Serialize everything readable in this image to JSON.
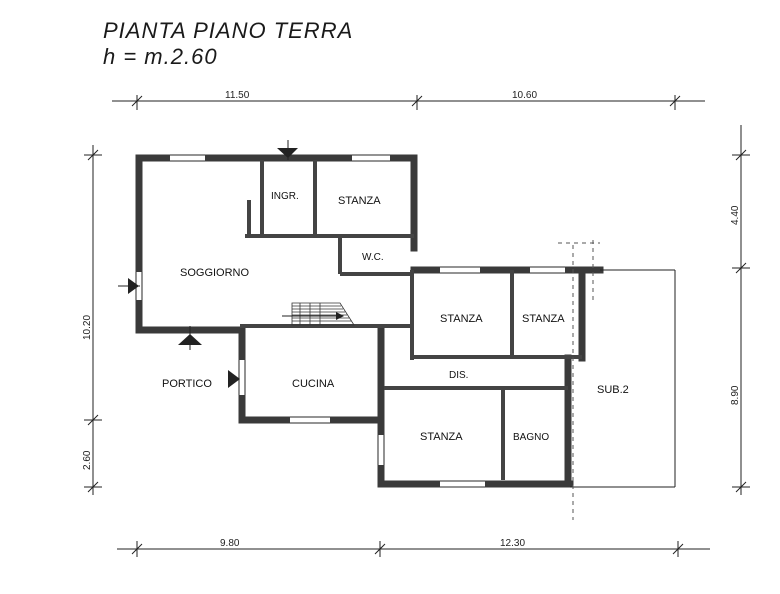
{
  "title": {
    "line1": "PIANTA PIANO TERRA",
    "line2": "h = m.2.60"
  },
  "dimensions": {
    "top_left": "11.50",
    "top_right": "10.60",
    "bottom_left": "9.80",
    "bottom_right": "12.30",
    "left_upper": "10.20",
    "left_lower": "2.60",
    "right_upper": "4.40",
    "right_lower": "8.90"
  },
  "rooms": {
    "ingresso": "INGR.",
    "stanza_top": "STANZA",
    "wc": "W.C.",
    "soggiorno": "SOGGIORNO",
    "stanza_mid_left": "STANZA",
    "stanza_mid_right": "STANZA",
    "disimpegno": "DIS.",
    "portico": "PORTICO",
    "cucina": "CUCINA",
    "stanza_bottom": "STANZA",
    "bagno": "BAGNO",
    "sub2": "SUB.2"
  }
}
